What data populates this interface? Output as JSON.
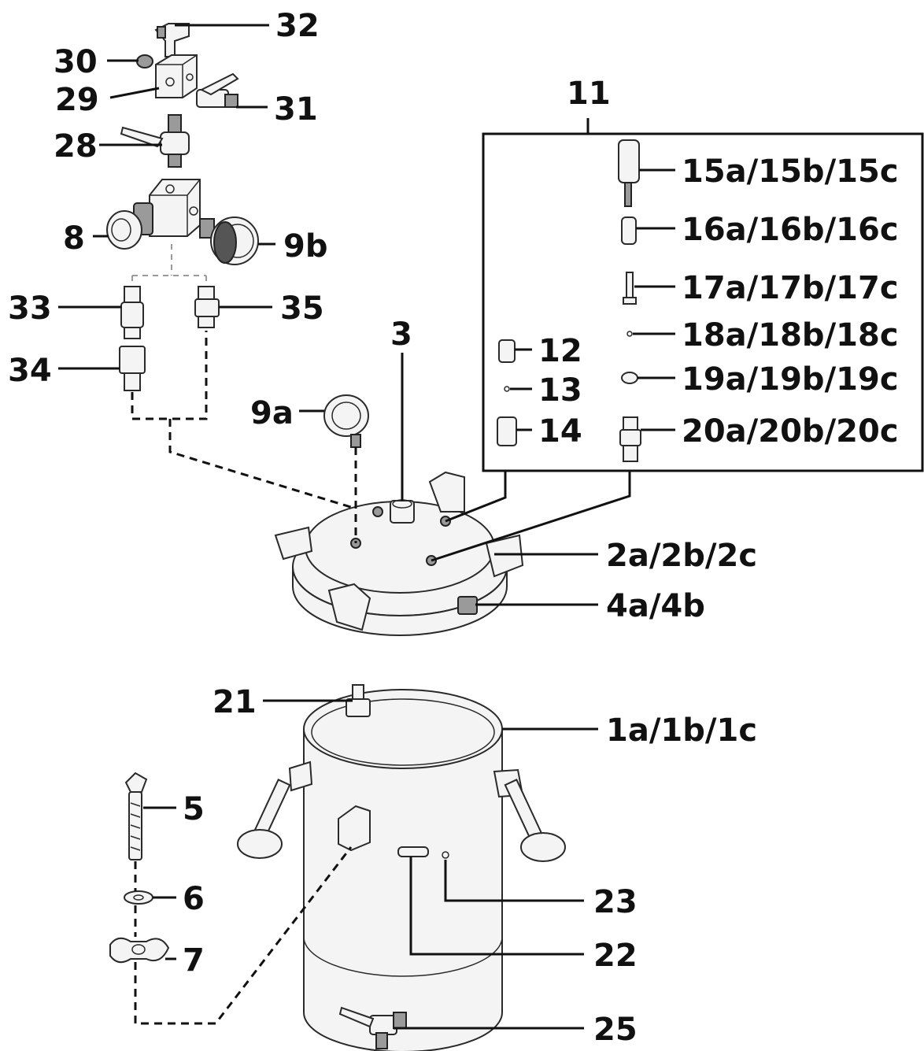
{
  "labels": {
    "l32": "32",
    "l30": "30",
    "l29": "29",
    "l31": "31",
    "l28": "28",
    "l8": "8",
    "l9b": "9b",
    "l33": "33",
    "l35": "35",
    "l34": "34",
    "l3": "3",
    "l9a": "9a",
    "l11": "11",
    "l15": "15a/15b/15c",
    "l16": "16a/16b/16c",
    "l17": "17a/17b/17c",
    "l18": "18a/18b/18c",
    "l19": "19a/19b/19c",
    "l20": "20a/20b/20c",
    "l12": "12",
    "l13": "13",
    "l14": "14",
    "l2": "2a/2b/2c",
    "l4": "4a/4b",
    "l21": "21",
    "l1": "1a/1b/1c",
    "l5": "5",
    "l6": "6",
    "l7": "7",
    "l23": "23",
    "l22": "22",
    "l25": "25"
  }
}
